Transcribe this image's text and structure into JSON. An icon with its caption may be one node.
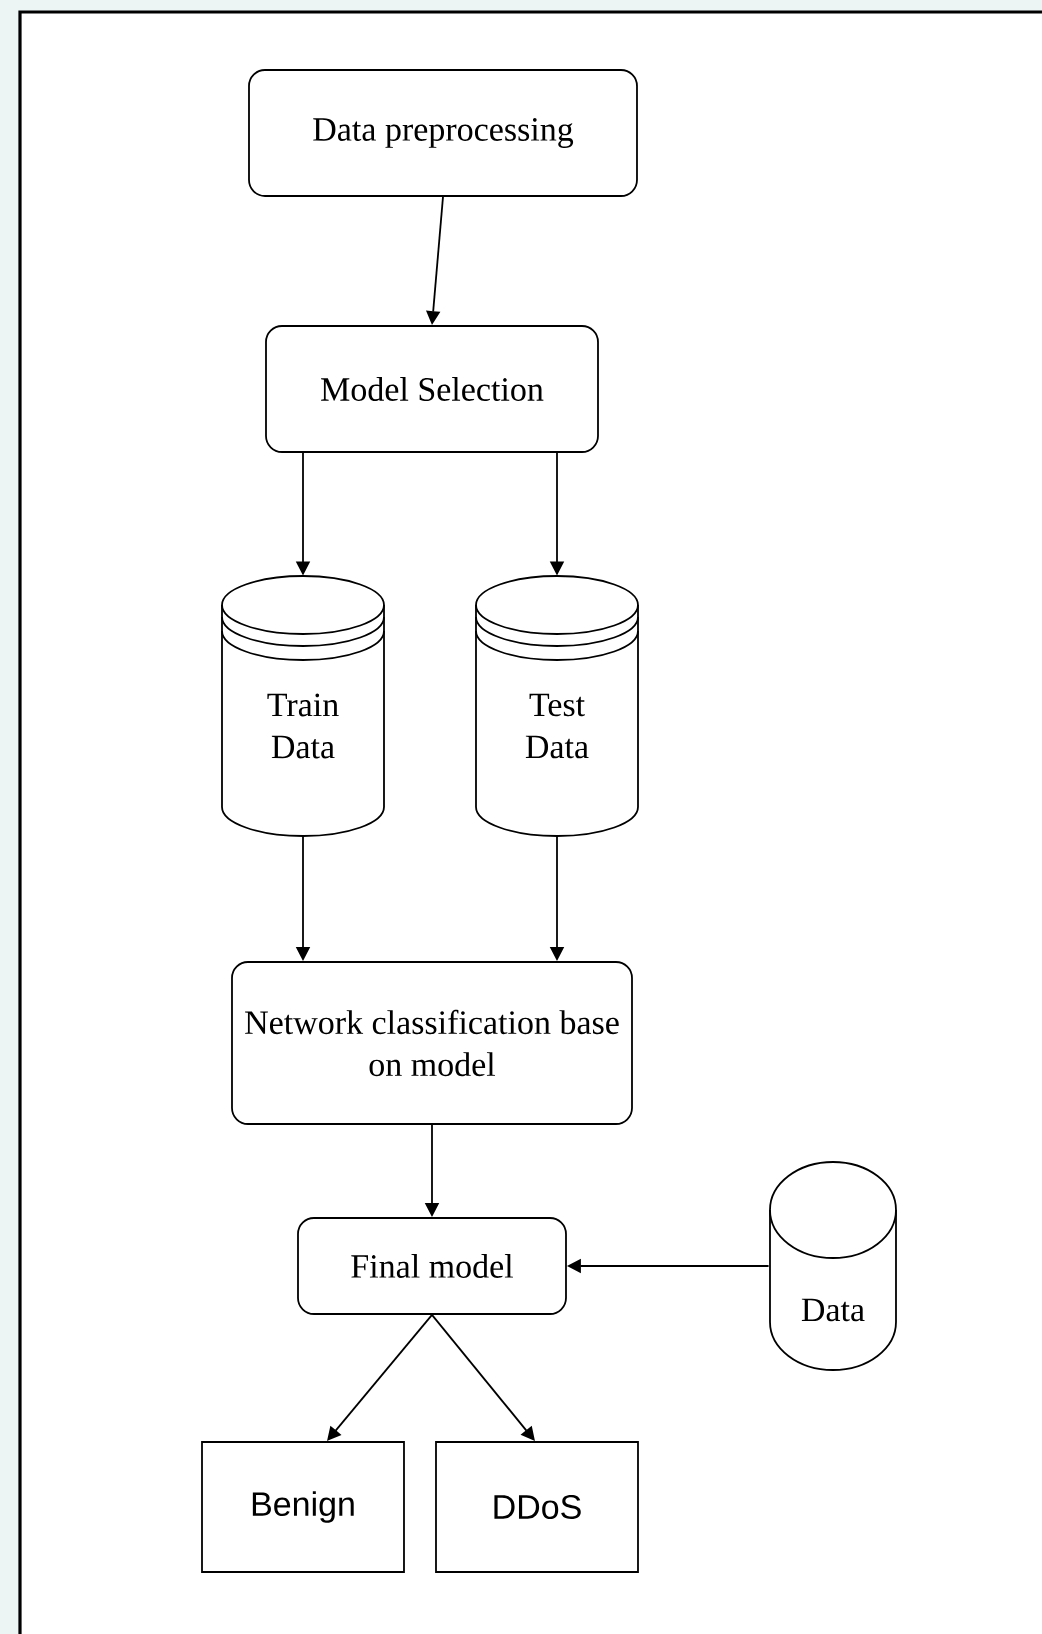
{
  "diagram": {
    "nodes": [
      {
        "text": [
          "Data preprocessing"
        ]
      },
      {
        "text": [
          "Model Selection"
        ]
      },
      {
        "text": [
          "Train Data"
        ]
      },
      {
        "text": [
          "Test Data"
        ]
      },
      {
        "text": [
          "Network classification base on model"
        ]
      },
      {
        "text": [
          "Final model"
        ]
      },
      {
        "text": [
          "Data"
        ]
      },
      {
        "text": [
          "Benign"
        ]
      },
      {
        "text": [
          "DDoS"
        ]
      }
    ],
    "edges": [
      {
        "from": 0,
        "to": 1,
        "arrow": "to"
      },
      {
        "from": 1,
        "to": 2,
        "arrow": "to"
      },
      {
        "from": 1,
        "to": 3,
        "arrow": "to"
      },
      {
        "from": 2,
        "to": 4,
        "arrow": "to"
      },
      {
        "from": 3,
        "to": 4,
        "arrow": "to"
      },
      {
        "from": 4,
        "to": 5,
        "arrow": "to"
      },
      {
        "from": 6,
        "to": 5,
        "arrow": "to"
      },
      {
        "from": 5,
        "to": 7,
        "arrow": "to"
      },
      {
        "from": 5,
        "to": 8,
        "arrow": "to"
      }
    ]
  }
}
